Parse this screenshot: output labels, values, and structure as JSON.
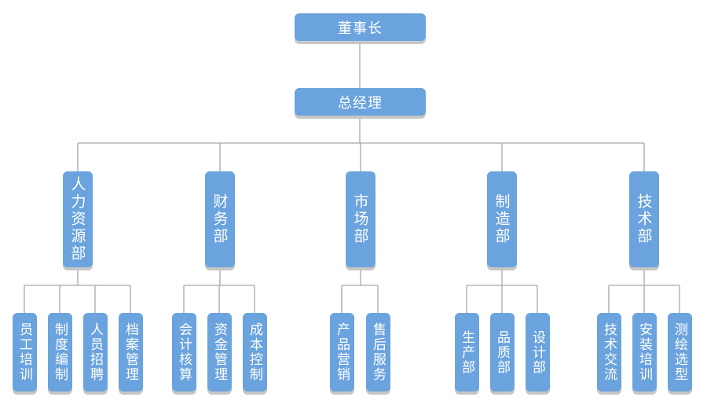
{
  "root": "董事长",
  "manager": "总经理",
  "departments": [
    {
      "name": "人力资源部",
      "children": [
        "员工培训",
        "制度编制",
        "人员招聘",
        "档案管理"
      ]
    },
    {
      "name": "财务部",
      "children": [
        "会计核算",
        "资金管理",
        "成本控制"
      ]
    },
    {
      "name": "市场部",
      "children": [
        "产品营销",
        "售后服务"
      ]
    },
    {
      "name": "制造部",
      "children": [
        "生产部",
        "品质部",
        "设计部"
      ]
    },
    {
      "name": "技术部",
      "children": [
        "技术交流",
        "安装培训",
        "测绘选型"
      ]
    }
  ],
  "colors": {
    "box": "#6aa3dd",
    "line": "#a8a8a8",
    "shadow": "#c6c6c6",
    "text": "#ffffff"
  }
}
